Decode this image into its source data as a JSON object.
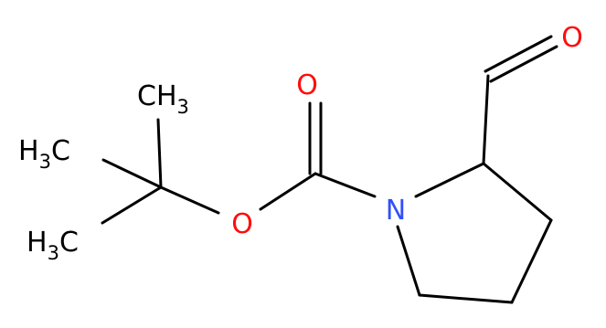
{
  "molecule": {
    "atoms": {
      "aldehyde_oxygen": {
        "symbol": "O",
        "color": "#ff0d0d"
      },
      "carbonyl_oxygen": {
        "symbol": "O",
        "color": "#ff0d0d"
      },
      "ester_oxygen": {
        "symbol": "O",
        "color": "#ff0d0d"
      },
      "ring_nitrogen": {
        "symbol": "N",
        "color": "#3050f8"
      },
      "methyl_top": {
        "main": "CH",
        "sub": "3",
        "color": "#000000"
      },
      "methyl_middle": {
        "main": "H",
        "sub": "3",
        "tail": "C",
        "color": "#000000"
      },
      "methyl_bottom": {
        "main": "H",
        "sub": "3",
        "tail": "C",
        "color": "#000000"
      }
    },
    "bond_color": "#000000"
  }
}
